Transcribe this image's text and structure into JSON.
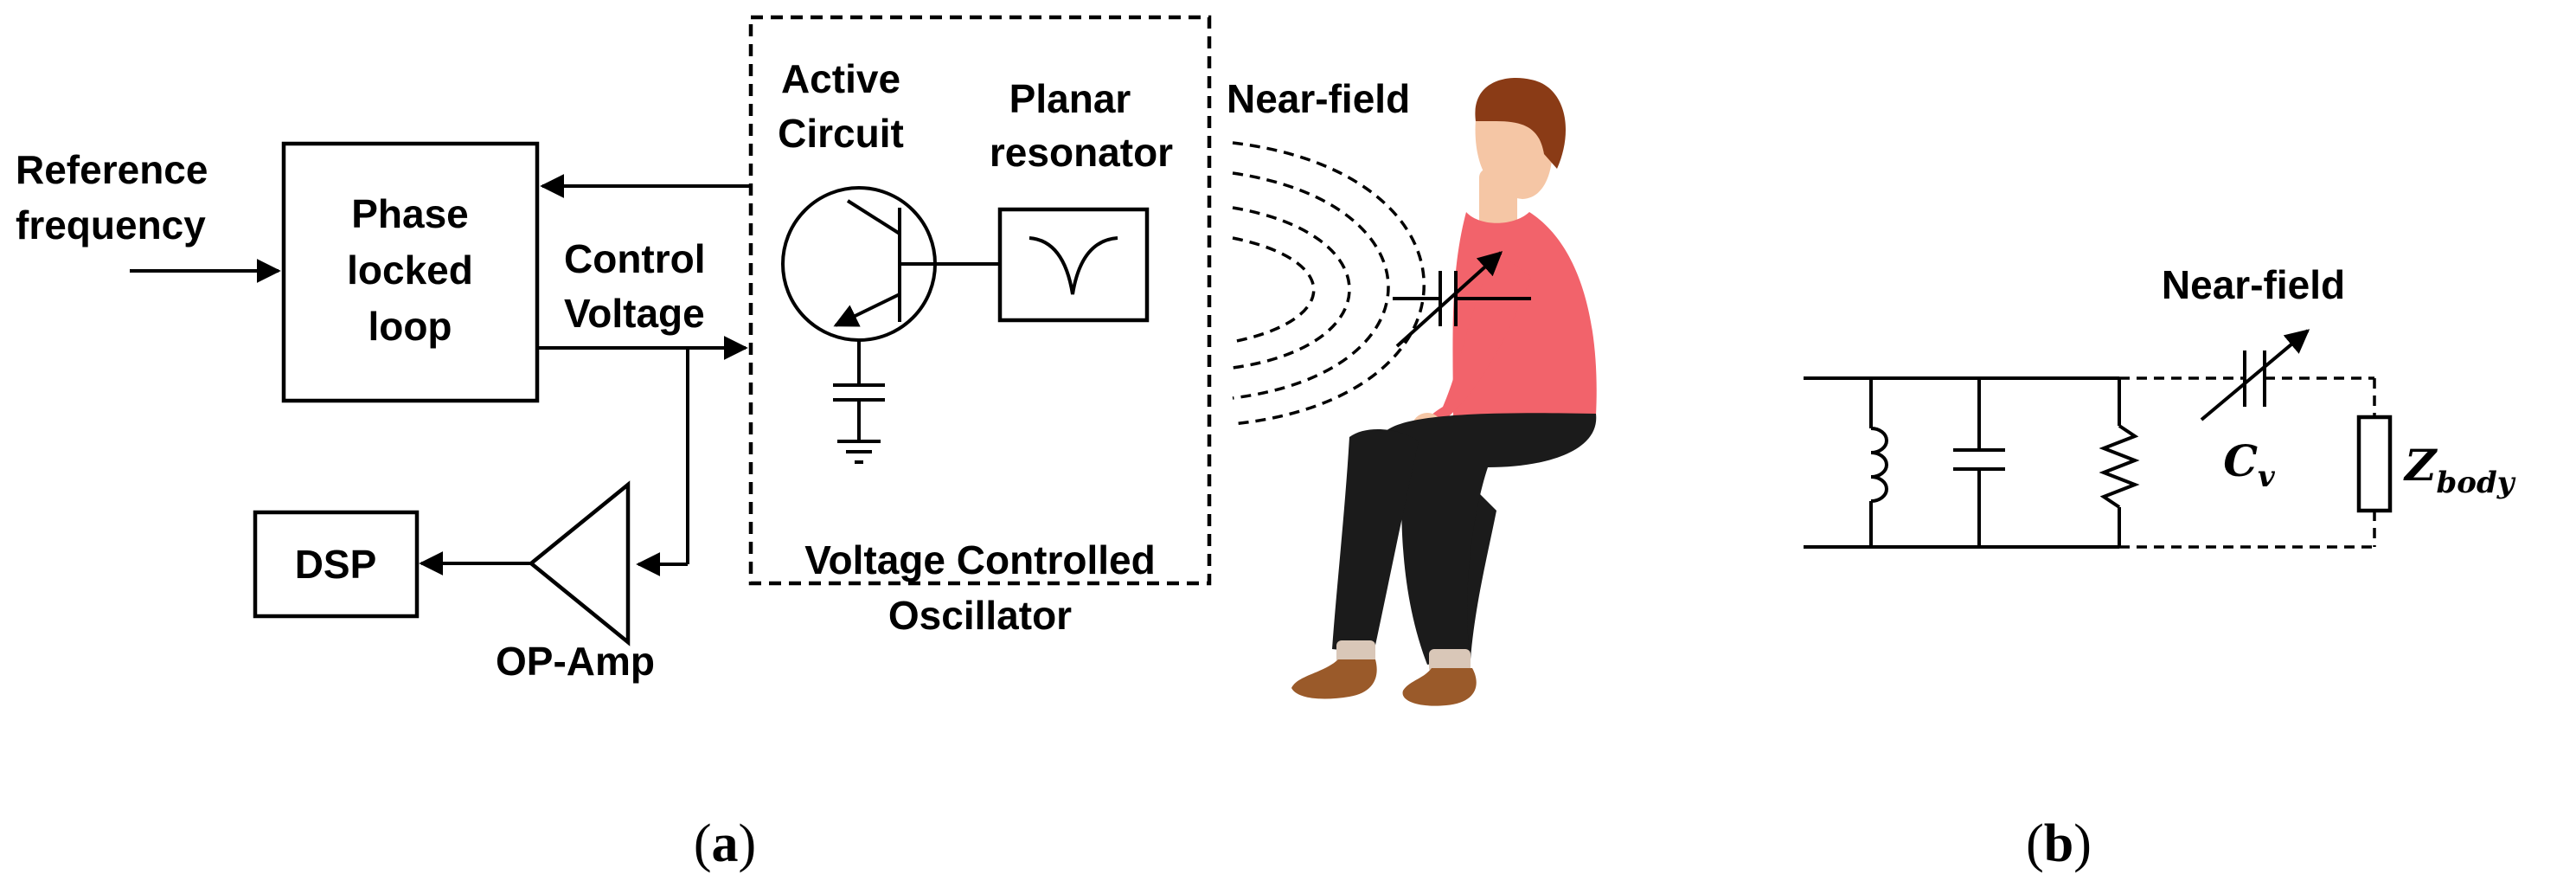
{
  "panel_a": {
    "input_label_line1": "Reference",
    "input_label_line2": "frequency",
    "pll_line1": "Phase",
    "pll_line2": "locked",
    "pll_line3": "loop",
    "control_line1": "Control",
    "control_line2": "Voltage",
    "dsp": "DSP",
    "opamp": "OP-Amp",
    "active_line1": "Active",
    "active_line2": "Circuit",
    "planar_line1": "Planar",
    "planar_line2": "resonator",
    "vco_line1": "Voltage Controlled",
    "vco_line2": "Oscillator",
    "near_field": "Near-field",
    "caption_open": "(",
    "caption_letter": "a",
    "caption_close": ")"
  },
  "panel_b": {
    "near_field": "Near-field",
    "cap_symbol": "C",
    "cap_sub": "v",
    "z_symbol": "Z",
    "z_sub": "body",
    "caption_open": "(",
    "caption_letter": "b",
    "caption_close": ")"
  },
  "colors": {
    "shirt": "#f2636b",
    "skin": "#f5c6a5",
    "hair": "#8a3b16",
    "pants": "#1b1b1b",
    "shoes": "#9a5a2a",
    "socks": "#d9c7b8"
  }
}
